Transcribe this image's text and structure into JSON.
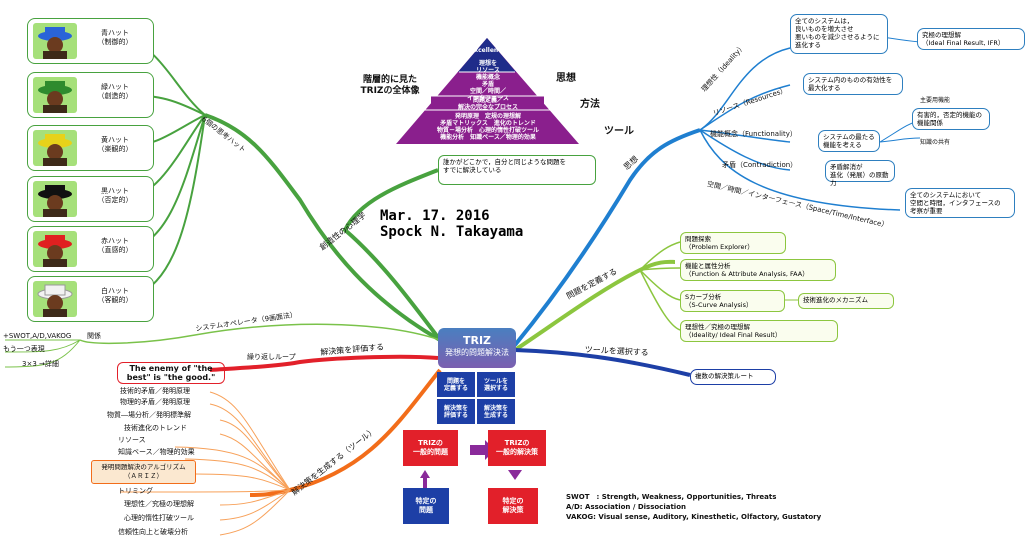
{
  "title": {
    "date": "Mar. 17. 2016",
    "author": "Spock N. Takayama"
  },
  "center": {
    "title": "TRIZ",
    "subtitle": "発想的問題解決法"
  },
  "pyramid": {
    "caption": "階層的に見た\nTRIZの全体像",
    "top": "Excellence",
    "upper": "理想を\nリソース\n機能概念\n矛盾\n空間／時間／\nインタフェース",
    "middle": "問題定義／\n解決の完全なプロセス",
    "lower": "発明原理　定規の理想解\n矛盾マトリックス　進化のトレンド\n物質－場分析　心理的惰性打破ツール\n機能分析　知識ベース／物理的効果",
    "side_labels": [
      "思想",
      "方法",
      "ツール"
    ]
  },
  "hats": {
    "branch": "6個の思考ハット",
    "items": [
      {
        "label": "青ハット\n（制御的）",
        "color": "#2a64d8"
      },
      {
        "label": "緑ハット\n（創造的）",
        "color": "#3aa23a"
      },
      {
        "label": "黄ハット\n（楽観的）",
        "color": "#e8d21a"
      },
      {
        "label": "黒ハット\n（否定的）",
        "color": "#111111"
      },
      {
        "label": "赤ハット\n（直感的）",
        "color": "#e02020"
      },
      {
        "label": "白ハット\n（客観的）",
        "color": "#f2f2f2"
      }
    ]
  },
  "creativity": {
    "branch": "創造性の心理学",
    "note": "誰かがどこかで，自分と同じような問題を\nすでに解決している"
  },
  "system_operator": {
    "branch": "システムオペレータ（9画面法）",
    "relation": "関係",
    "items": [
      "+SWOT,A/D,VAKOG",
      "もう一つ表現",
      "3×3 →詳細"
    ]
  },
  "thought": {
    "branch": "思想",
    "items": [
      {
        "label": "理想性（Ideality）",
        "detail": "全てのシステムは，\n良いものを増大させ\n悪いものを減少させるように\n進化する",
        "extra": "究極の理想解\n（Ideal Final Result, IFR）"
      },
      {
        "label": "リソース（Resources）",
        "detail": "システム内のものの有効性を\n最大化する"
      },
      {
        "label": "機能概念（Functionality）",
        "detail": "システムの最たる\n機能を考える",
        "subs": [
          "主要用機能",
          "有害的，否定的機能の\n機能関係",
          "知識の共有"
        ]
      },
      {
        "label": "矛盾（Contradiction）",
        "detail": "矛盾解消が\n進化（発展）の原動力"
      },
      {
        "label": "空間／時間／インターフェース（Space/Time/Interface）",
        "detail": "全てのシステムにおいて\n空間と時間，インタフェースの\n考察が重要"
      }
    ]
  },
  "define_problem": {
    "branch": "問題を定義する",
    "items": [
      "問題探索\n（Problem Explorer）",
      "機能と属性分析\n（Function & Attribute Analysis, FAA）",
      "Sカーブ分析\n（S-Curve Analysis）",
      "理想性／究極の理想解\n（Ideality/ Ideal Final Result）"
    ],
    "s_curve_extra": "技術進化のメカニズム"
  },
  "select_tool": {
    "branch": "ツールを選択する",
    "item": "複数の解決策ルート"
  },
  "evaluate": {
    "branch": "解決策を評価する",
    "loop": "繰り返しループ",
    "quote": "The enemy of \"the\nbest\" is \"the good.\""
  },
  "generate": {
    "branch": "解決策を生成する（ツール）",
    "items": [
      "技術的矛盾／発明原理",
      "物理的矛盾／発明原理",
      "物質―場分析／発明標準解",
      "技術進化のトレンド",
      "リソース",
      "知識ベース／物理的効果",
      "発明問題解決のアルゴリズム\n（ＡＲＩＺ）",
      "トリミング",
      "理想性／究極の理想解",
      "心理的惰性打破ツール",
      "信頼性向上と破壊分析"
    ]
  },
  "quadrant": [
    "問題を\n定義する",
    "ツールを\n選択する",
    "解決策を\n評価する",
    "解決策を\n生成する"
  ],
  "flow": {
    "general_problem": "TRIZの\n一般的問題",
    "general_solution": "TRIZの\n一般的解決策",
    "specific_problem": "特定の\n問題",
    "specific_solution": "特定の\n解決策"
  },
  "legend": [
    "SWOT　: Strength, Weakness, Opportunities, Threats",
    "A/D: Association / Dissociation",
    "VAKOG: Visual sense, Auditory, Kinesthetic, Olfactory, Gustatory"
  ],
  "colors": {
    "green": "#48a23f",
    "blue": "#1f7fd0",
    "lime": "#8cc63f",
    "navy": "#1d3fa6",
    "orange": "#f26d1a",
    "red": "#e2202a",
    "purple": "#7a1a8a"
  }
}
